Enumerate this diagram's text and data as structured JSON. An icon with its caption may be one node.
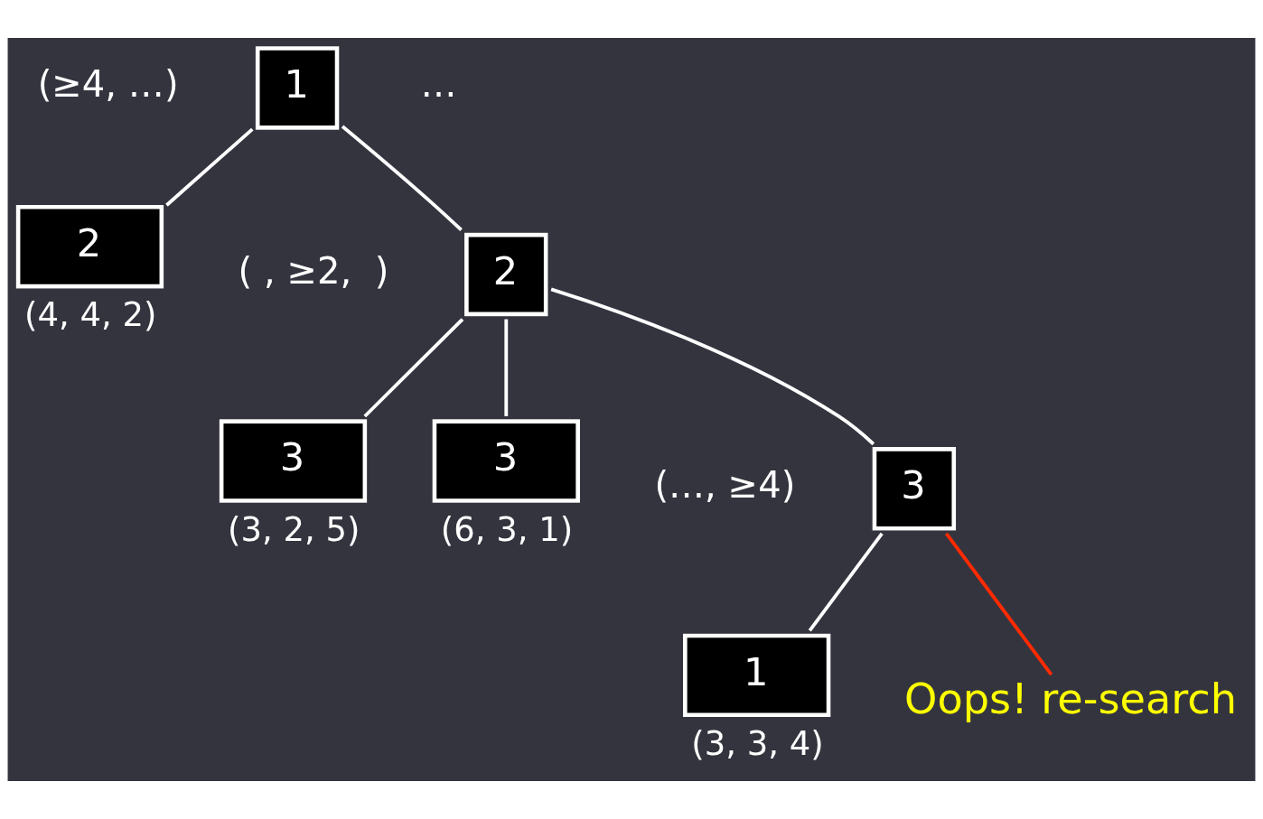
{
  "diagram": {
    "nodes": [
      {
        "text": [
          "1"
        ]
      },
      {
        "text": [
          "2"
        ],
        "beside": [
          "(4, 4, 2)"
        ]
      },
      {
        "text": [
          "2"
        ]
      },
      {
        "text": [
          "3"
        ],
        "beside": [
          "(3, 2, 5)"
        ]
      },
      {
        "text": [
          "3"
        ]
      },
      {
        "text": [
          "3"
        ],
        "beside": [
          "(6, 3, 1)"
        ]
      },
      {
        "text": [
          "1"
        ],
        "beside": [
          "(3, 3, 4)"
        ]
      },
      {
        "text": [
          "Oops! re-search"
        ]
      }
    ],
    "edges": [
      {
        "from": 0,
        "to": 1,
        "arrow": "none"
      },
      {
        "from": 0,
        "to": 2,
        "arrow": "none"
      },
      {
        "from": 2,
        "to": 3,
        "arrow": "none"
      },
      {
        "from": 2,
        "to": 4,
        "arrow": "none"
      },
      {
        "from": 2,
        "to": 5,
        "arrow": "none"
      },
      {
        "from": 4,
        "to": 6,
        "arrow": "none"
      },
      {
        "from": 4,
        "to": 7,
        "arrow": "none",
        "color": "#ff2a00"
      }
    ],
    "labels": [
      "(≥4, …)",
      "…",
      "( , ≥2,  )",
      "(…, ≥4)"
    ]
  }
}
